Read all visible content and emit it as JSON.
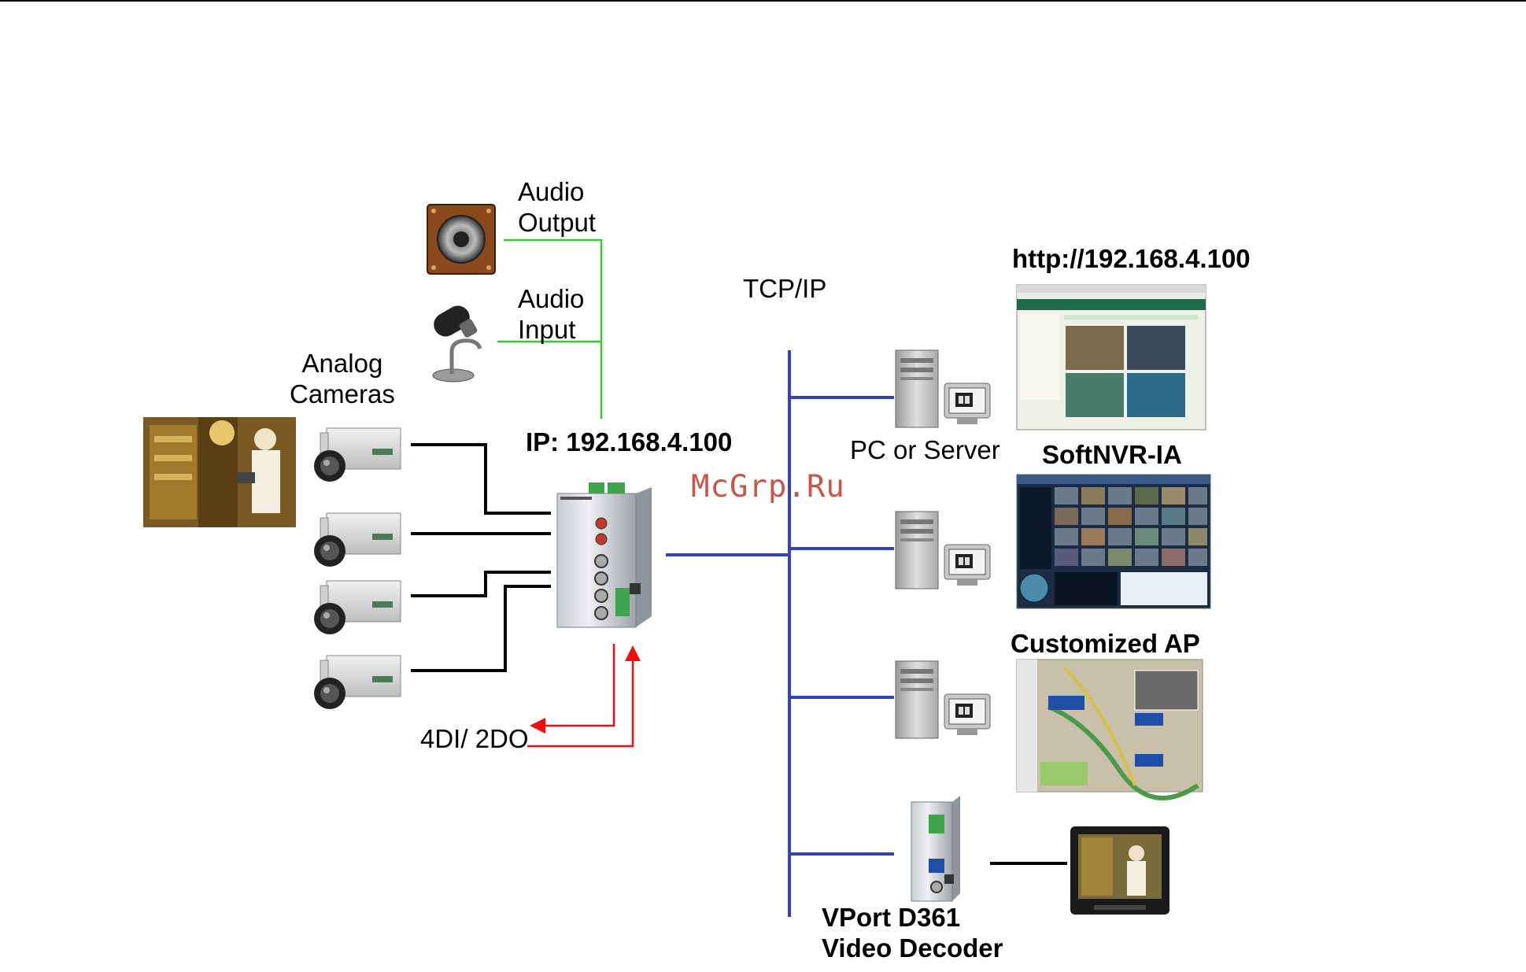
{
  "labels": {
    "audio_output": [
      "Audio",
      "Output"
    ],
    "audio_input": [
      "Audio",
      "Input"
    ],
    "analog_cameras": [
      "Analog",
      "Cameras"
    ],
    "device_ip": "IP: 192.168.4.100",
    "dio": "4DI/ 2DO",
    "tcp_ip": "TCP/IP",
    "web_url": "http://192.168.4.100",
    "pc_server": "PC or Server",
    "softnvr": "SoftNVR-IA",
    "customized_ap": "Customized AP",
    "decoder": [
      "VPort D361",
      "Video Decoder"
    ],
    "watermark": "McGrp.Ru"
  },
  "colors": {
    "audio_line": "#33cc33",
    "network_line": "#3344bb",
    "dio_line": "#ee1111",
    "camera_line": "#000000"
  },
  "icons": {
    "speaker": "speaker-icon",
    "microphone": "microphone-icon",
    "camera": "camera-icon",
    "computer": "computer-icon",
    "video_server": "video-server-icon",
    "decoder": "video-decoder-icon",
    "monitor": "tv-monitor-icon"
  }
}
